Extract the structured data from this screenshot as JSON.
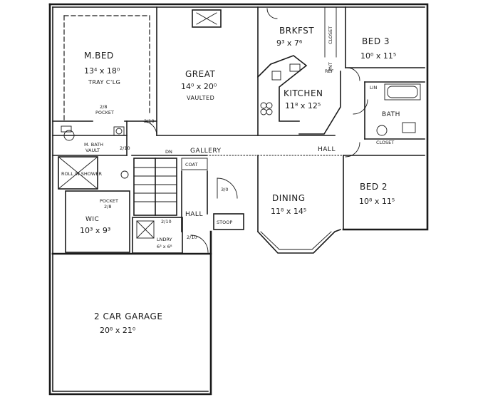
{
  "rooms": {
    "mbed": {
      "name": "M.BED",
      "dim": "13⁴ x 18⁰",
      "note": "TRAY C'LG"
    },
    "great": {
      "name": "GREAT",
      "dim": "14⁰ x 20⁰",
      "note": "VAULTED"
    },
    "brkfst": {
      "name": "BRKFST",
      "dim": "9³ x 7⁶"
    },
    "bed3": {
      "name": "BED 3",
      "dim": "10⁰ x 11⁵"
    },
    "kitchen": {
      "name": "KITCHEN",
      "dim": "11⁸ x 12⁵"
    },
    "bath": {
      "name": "BATH"
    },
    "closet": {
      "name": "CLOSET"
    },
    "closet_v": {
      "name": "CLOSET"
    },
    "pantry": {
      "name": "PNT"
    },
    "ref": {
      "name": "REF"
    },
    "lin": {
      "name": "LIN"
    },
    "gallery": {
      "name": "GALLERY"
    },
    "hall": {
      "name": "HALL"
    },
    "hall2": {
      "name": "HALL"
    },
    "dn": {
      "name": "DN"
    },
    "coat": {
      "name": "COAT"
    },
    "mbath": {
      "name": "M. BATH",
      "note": "VAULT"
    },
    "shower": {
      "name": "ROLL IN SHOWER"
    },
    "wic": {
      "name": "WIC",
      "dim": "10³ x 9³"
    },
    "pocket1": {
      "name": "2/8",
      "note": "POCKET"
    },
    "pocket2": {
      "name": "POCKET",
      "note": "2/8"
    },
    "dining": {
      "name": "DINING",
      "dim": "11⁸ x 14⁵"
    },
    "bed2": {
      "name": "BED 2",
      "dim": "10⁸ x 11⁵"
    },
    "stoop": {
      "name": "STOOP"
    },
    "lndry": {
      "name": "LNDRY",
      "dim": "6³ x 6⁸"
    },
    "garage": {
      "name": "2 CAR GARAGE",
      "dim": "20⁸ x 21⁰"
    }
  },
  "door_labels": {
    "d1": "2/10",
    "d2": "3/0",
    "d3": "2/10",
    "d4": "2/10",
    "d5": "2/10"
  }
}
